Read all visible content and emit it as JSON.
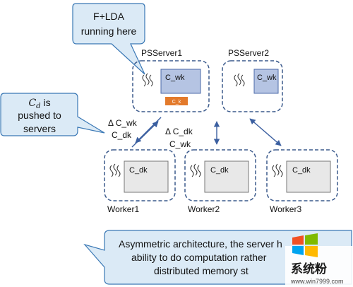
{
  "callouts": {
    "fl_line1": "F+LDA",
    "fl_line2": "running here",
    "cd_symbol": "C",
    "cd_sub": "d",
    "cd_line1_rest": " is",
    "cd_line2": "pushed to",
    "cd_line3": "servers",
    "bottom_line1": "Asymmetric architecture, the server h",
    "bottom_line2": "ability to do computation rather",
    "bottom_line3": "distributed memory st"
  },
  "servers": [
    {
      "name": "PSServer1",
      "block": "C_wk",
      "small_block": "C_k"
    },
    {
      "name": "PSServer2",
      "block": "C_wk"
    }
  ],
  "workers": [
    {
      "name": "Worker1",
      "block": "C_dk"
    },
    {
      "name": "Worker2",
      "block": "C_dk"
    },
    {
      "name": "Worker3",
      "block": "C_dk"
    }
  ],
  "arrow_labels": {
    "left_line1": "Δ C_wk",
    "left_line2": "C_dk",
    "right_line1": "Δ C_dk",
    "right_line2": "C_wk"
  },
  "watermark": {
    "brand": "系统粉",
    "url": "www.win7999.com"
  },
  "colors": {
    "callout_fill": "#dbeaf6",
    "callout_stroke": "#3a78b5",
    "dashed_stroke": "#3b5a8c",
    "server_block_fill": "#b5c4e3",
    "server_block_stroke": "#4b6aa8",
    "worker_block_fill": "#e8e8e8",
    "worker_block_stroke": "#777777",
    "ck_fill": "#e37a2b",
    "arrow": "#3b5fa0"
  }
}
